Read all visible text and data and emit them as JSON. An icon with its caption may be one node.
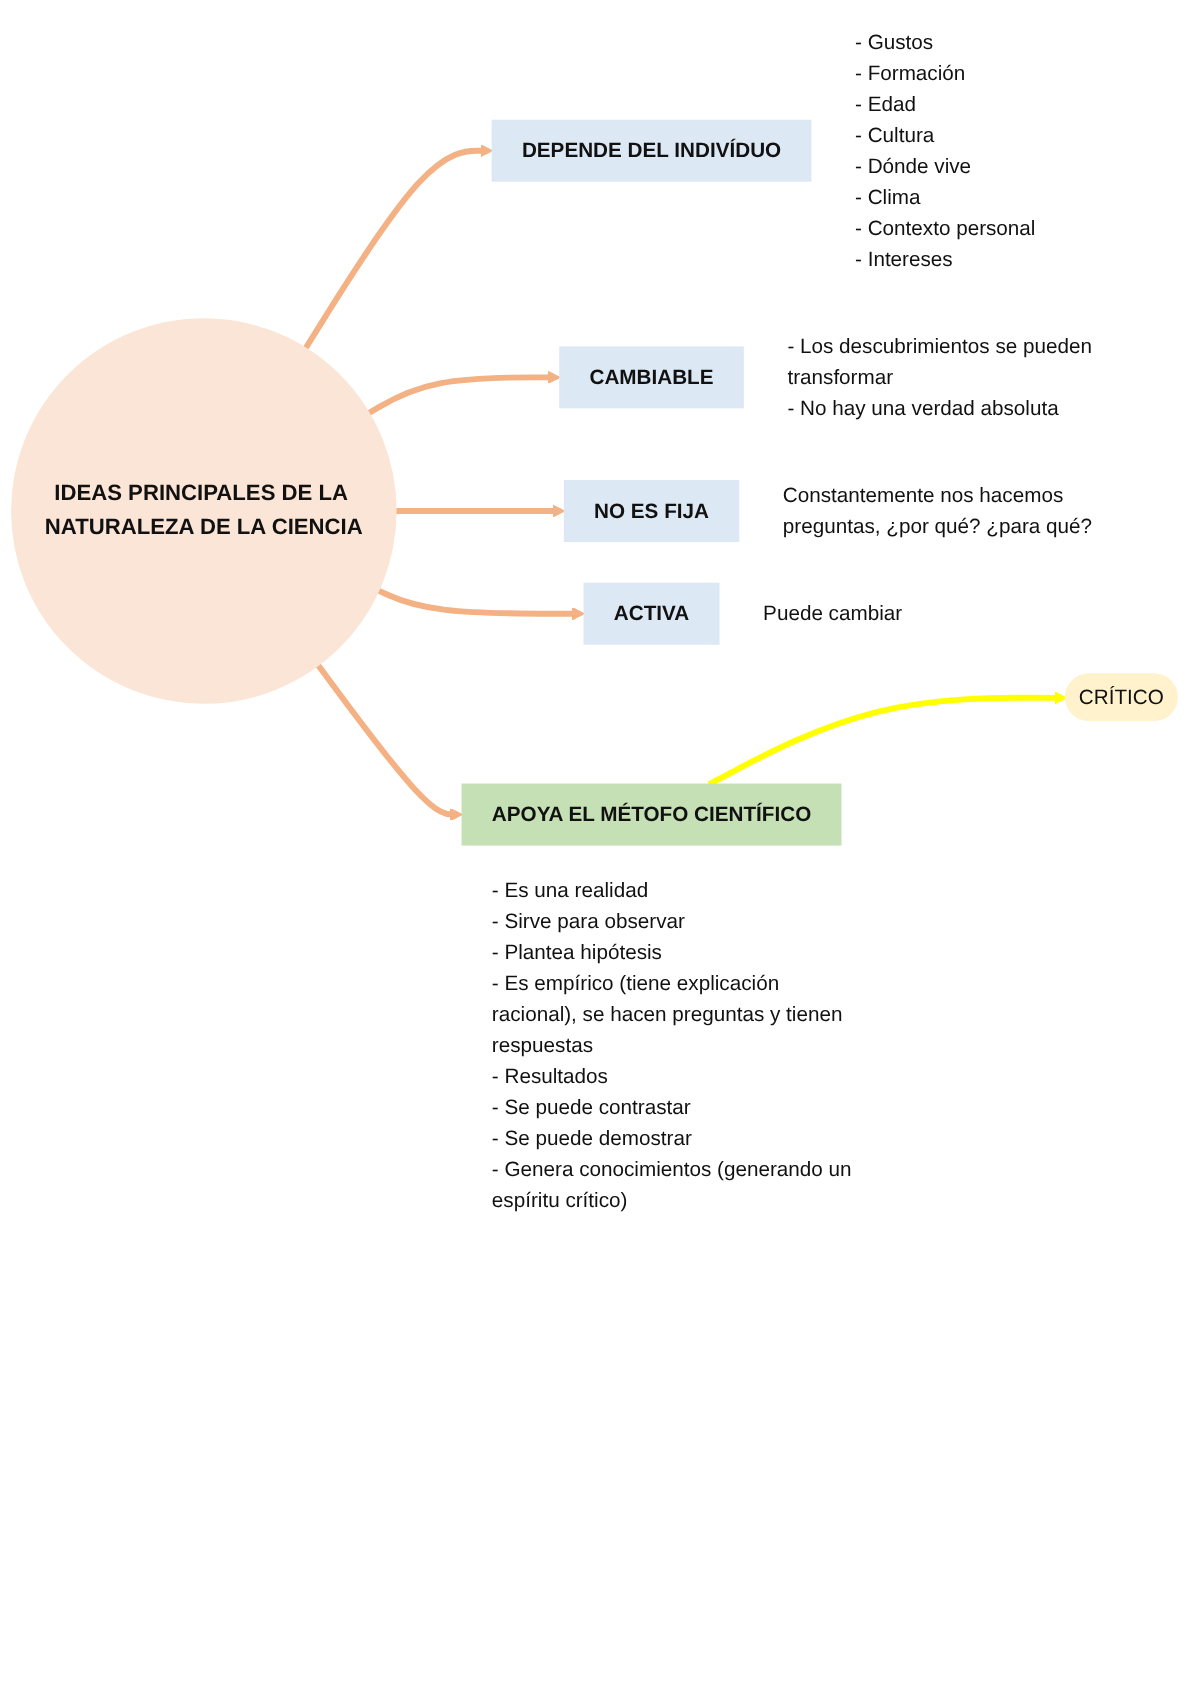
{
  "diagram": {
    "nodes": [
      {
        "text": [
          "IDEAS PRINCIPALES DE LA NATURALEZA DE LA CIENCIA"
        ]
      },
      {
        "text": [
          "DEPENDE DEL INDIVÍDUO"
        ],
        "beside": [
          "- Gustos",
          "- Formación",
          "- Edad",
          "- Cultura",
          "- Dónde vive",
          "- Clima",
          "- Contexto personal",
          "- Intereses"
        ]
      },
      {
        "text": [
          "CAMBIABLE"
        ],
        "beside": [
          "- Los descubrimientos se pueden transformar",
          "- No hay una verdad absoluta"
        ]
      },
      {
        "text": [
          "NO ES FIJA"
        ],
        "beside": [
          "Constantemente nos hacemos preguntas, ¿por qué? ¿para qué?"
        ]
      },
      {
        "text": [
          "ACTIVA"
        ],
        "beside": [
          "Puede cambiar"
        ]
      },
      {
        "text": [
          "APOYA EL MÉTOFO CIENTÍFICO"
        ],
        "beside": [
          "- Es una realidad",
          "- Sirve para observar",
          "- Plantea hipótesis",
          "- Es empírico (tiene explicación racional), se hacen preguntas y tienen respuestas",
          "- Resultados",
          "- Se puede contrastar",
          "- Se puede demostrar",
          "- Genera conocimientos (generando un espíritu crítico)"
        ]
      },
      {
        "text": [
          "CRÍTICO"
        ]
      }
    ],
    "edges": [
      {
        "from": 0,
        "to": 1,
        "arrow": "to"
      },
      {
        "from": 0,
        "to": 2,
        "arrow": "to"
      },
      {
        "from": 0,
        "to": 3,
        "arrow": "to"
      },
      {
        "from": 0,
        "to": 4,
        "arrow": "to"
      },
      {
        "from": 0,
        "to": 5,
        "arrow": "to"
      },
      {
        "from": 5,
        "to": 6,
        "arrow": "to",
        "color": "#ffff00"
      }
    ]
  }
}
